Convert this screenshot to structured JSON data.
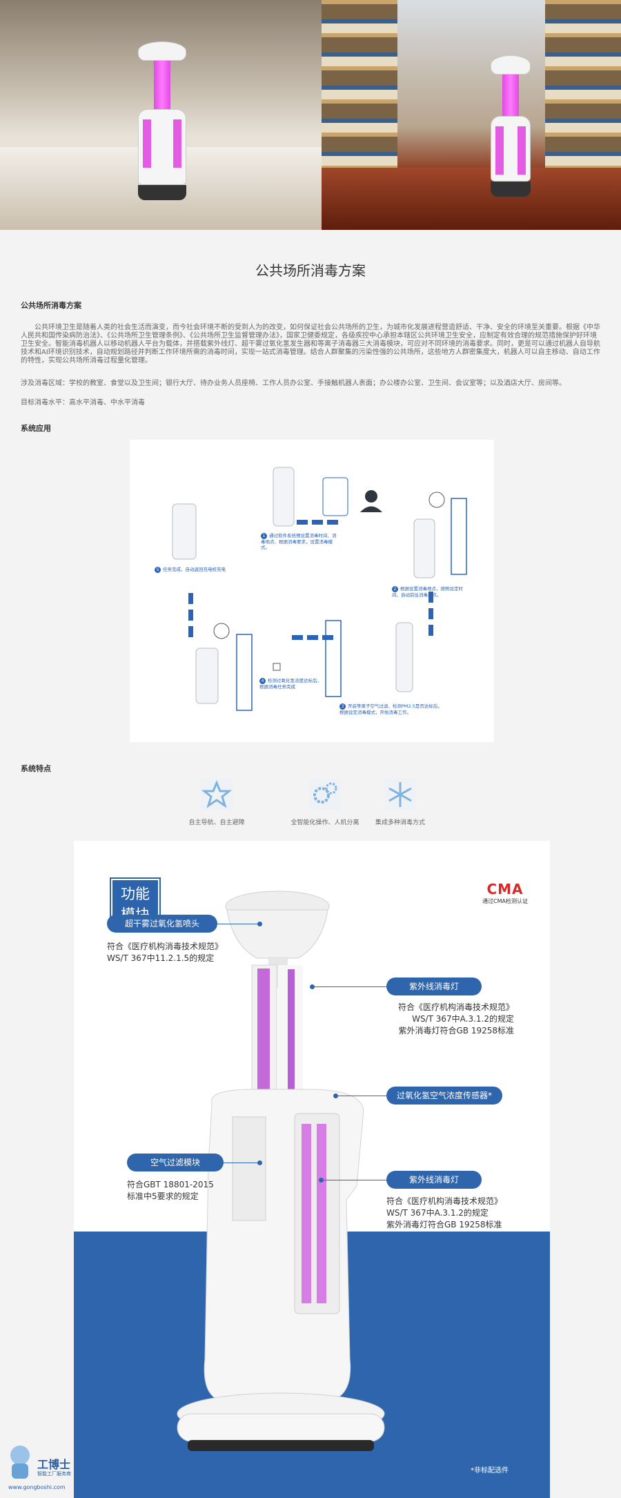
{
  "section_title": "公共场所消毒方案",
  "plan": {
    "heading": "公共场所消毒方案",
    "paragraph": "　　公共环境卫生是随着人类的社会生活而演变，而今社会环境不断的受到人为的改变，如何保证社会公共场所的卫生，为城市化发展进程营造舒适、干净、安全的环境至关重要。根据《中华人民共和国传染病防治法》、《公共场所卫生管理条例》、《公共场所卫生监督管理办法》，国家卫健委规定，各级疾控中心承担本辖区公共环境卫生安全，应制定有效合理的规范措施保护好环境卫生安全。智能消毒机器人以移动机器人平台为载体，并搭载紫外线灯、超干雾过氧化氢发生器和等离子消毒器三大消毒模块，可应对不同环境的消毒要求。同时，更是可以通过机器人自导航技术和AI环境识别技术，自动规划路径并判断工作环境所需的消毒时间，实现一站式消毒管理。结合人群聚集的污染性强的公共场所，这些地方人群密集度大，机器人可以自主移动、自动工作的特性，实现公共场所消毒过程量化管理。",
    "areas": "涉及消毒区域：学校的教室、食堂以及卫生间；银行大厅、待办业务人员座椅、工作人员办公室、手接触机器人表面；办公楼办公室、卫生间、会议室等；以及酒店大厅、房间等。",
    "target": "目标消毒水平：高水平消毒、中水平消毒"
  },
  "application": {
    "heading": "系统应用",
    "steps": [
      {
        "num": "1",
        "text": "通过软件系统预设置消毒时间、消毒地点、根据消毒要求，设置消毒模式。"
      },
      {
        "num": "2",
        "text": "根据设置消毒地点，按照设定时间，自动前往消毒地点。"
      },
      {
        "num": "3",
        "text": "开启等离子空气过滤、检测PM2.5是否达标后，根据设定消毒模式，开始消毒工作。"
      },
      {
        "num": "4",
        "text": "检测过氧化氢浓度达标后，根据消毒任务完成"
      },
      {
        "num": "5",
        "text": "任务完成，自动返回充电桩充电"
      }
    ]
  },
  "features": {
    "heading": "系统特点",
    "items": [
      {
        "label": "自主导航、自主避障",
        "icon": "star-icon"
      },
      {
        "label": "全智能化操作、人机分离",
        "icon": "gears-icon"
      },
      {
        "label": "集成多种消毒方式",
        "icon": "snowflake-icon"
      }
    ]
  },
  "poster": {
    "badge": [
      "功能",
      "模块"
    ],
    "cma_logo": "CMA",
    "cma_text": "通过CMA检测认证",
    "modules": [
      {
        "label": "超干雾过氧化氢喷头",
        "lines": [
          "符合《医疗机构消毒技术规范》",
          "WS/T 367中11.2.1.5的规定"
        ]
      },
      {
        "label": "紫外线消毒灯",
        "lines": [
          "符合《医疗机构消毒技术规范》",
          "WS/T 367中A.3.1.2的规定",
          "紫外消毒灯符合GB 19258标准"
        ]
      },
      {
        "label": "过氧化氢空气浓度传感器*",
        "lines": []
      },
      {
        "label": "空气过滤模块",
        "lines": [
          "符合GBT 18801-2015",
          "标准中5要求的规定"
        ]
      },
      {
        "label": "紫外线消毒灯",
        "lines": [
          "符合《医疗机构消毒技术规范》",
          "WS/T 367中A.3.1.2的规定",
          "紫外消毒灯符合GB 19258标准"
        ]
      }
    ],
    "note": "*非标配选件"
  },
  "watermark": {
    "name": "工博士",
    "slogan": "智能工厂服务商",
    "url": "www.gongboshi.com"
  },
  "colors": {
    "accent": "#2e65ad",
    "uv": "#e04be0"
  }
}
